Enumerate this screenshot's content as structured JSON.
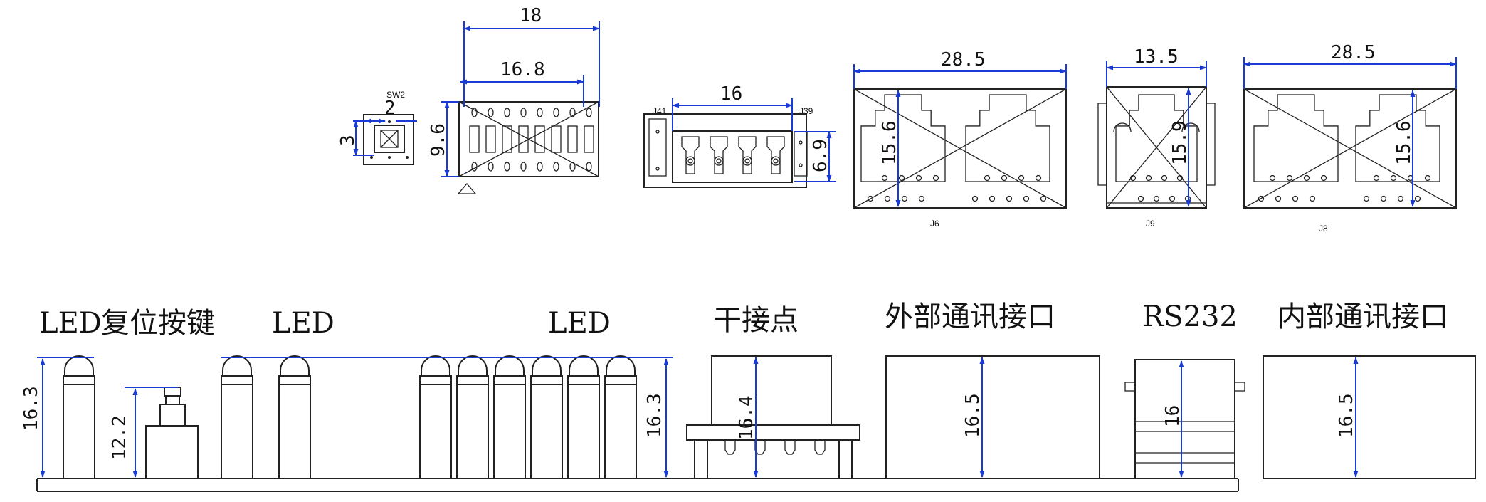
{
  "drawing": {
    "top_view": {
      "sw2": {
        "tag": "SW2",
        "dim_w": "2",
        "dim_h": "3"
      },
      "dip": {
        "dim_outer_w": "18",
        "dim_inner_w": "16.8",
        "dim_h": "9.6"
      },
      "terminal": {
        "tag_left": "J41",
        "tag_right": "J39",
        "dim_w": "16",
        "dim_h": "6.9"
      },
      "j6": {
        "tag": "J6",
        "dim_w": "28.5",
        "dim_h": "15.6"
      },
      "j9": {
        "tag": "J9",
        "dim_w": "13.5",
        "dim_h": "15.9"
      },
      "j8": {
        "tag": "J8",
        "dim_w": "28.5",
        "dim_h": "15.6"
      }
    },
    "side_view": {
      "labels": {
        "led1": "LED",
        "reset": "复位按键",
        "led2": "LED",
        "led3": "LED",
        "dry_contact": "干接点",
        "external_port": "外部通讯接口",
        "rs232": "RS232",
        "internal_port": "内部通讯接口"
      },
      "dims": {
        "led_left": "16.3",
        "reset_height": "12.2",
        "led_right": "16.3",
        "dry_contact_height": "16.4",
        "external_height": "16.5",
        "rs232_height": "16",
        "internal_height": "16.5"
      }
    }
  },
  "colors": {
    "dimension_line": "#1a3ad6",
    "outline": "#222222"
  }
}
